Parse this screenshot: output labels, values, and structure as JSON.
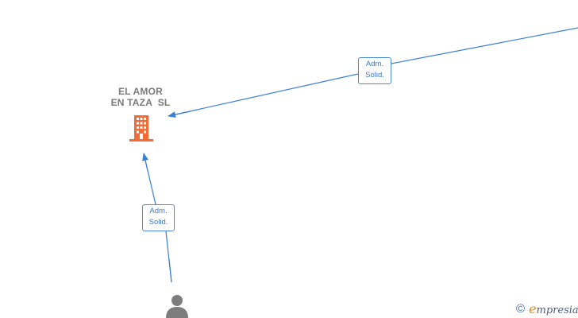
{
  "nodes": {
    "company": {
      "name_line1": "EL AMOR",
      "name_line2": "EN TAZA  SL",
      "icon": "building-icon",
      "color": "#f26a35"
    },
    "person": {
      "icon": "person-icon",
      "color": "#7d7d7d"
    }
  },
  "relations": [
    {
      "label_line1": "Adm.",
      "label_line2": "Solid."
    },
    {
      "label_line1": "Adm.",
      "label_line2": "Solid."
    }
  ],
  "colors": {
    "edge": "#3a7fd6",
    "label_border": "#4a8ad8",
    "label_text": "#3a78c8"
  },
  "watermark": {
    "copyright_symbol": "©",
    "brand_first_letter": "e",
    "brand_rest": "mpresia"
  }
}
